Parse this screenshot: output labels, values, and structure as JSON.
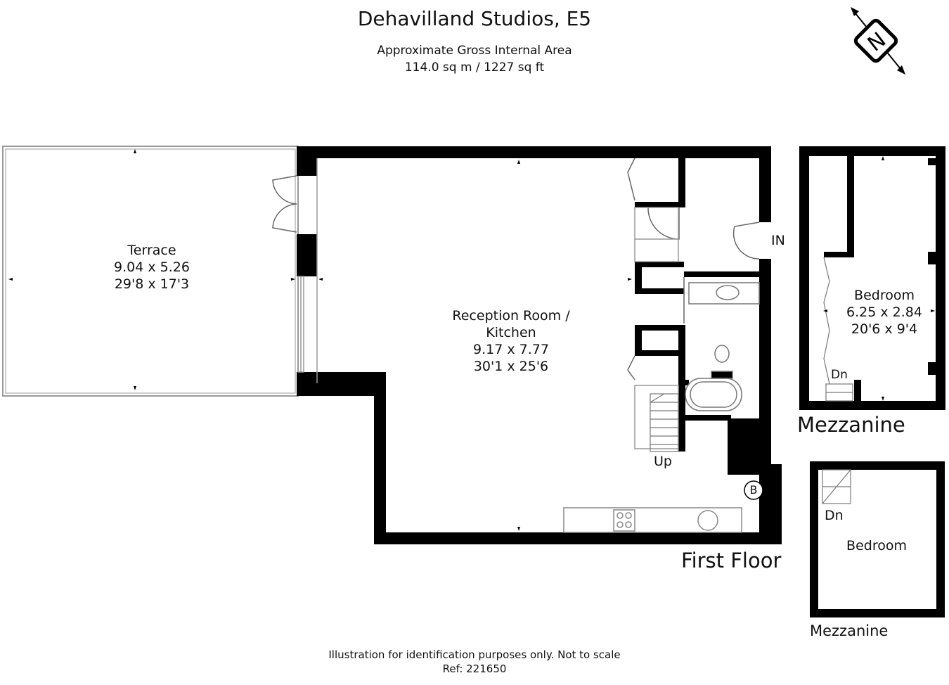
{
  "header": {
    "title": "Dehavilland Studios, E5",
    "area_label": "Approximate Gross Internal Area",
    "area_value": "114.0 sq m / 1227 sq ft"
  },
  "compass": {
    "icon": "north-compass-icon",
    "letter": "N"
  },
  "rooms": {
    "terrace": {
      "name": "Terrace",
      "metric": "9.04 x 5.26",
      "imperial": "29'8 x 17'3"
    },
    "reception": {
      "name_line1": "Reception Room /",
      "name_line2": "Kitchen",
      "metric": "9.17 x 7.77",
      "imperial": "30'1 x 25'6"
    },
    "bedroom_mezz1": {
      "name": "Bedroom",
      "metric": "6.25 x 2.84",
      "imperial": "20'6 x 9'4"
    },
    "bedroom_mezz2": {
      "name": "Bedroom"
    }
  },
  "labels": {
    "entry": "IN",
    "stairs_up": "Up",
    "stairs_down_1": "Dn",
    "stairs_down_2": "Dn",
    "boiler": "B",
    "floor_first": "First Floor",
    "floor_mezzanine_1": "Mezzanine",
    "floor_mezzanine_2": "Mezzanine"
  },
  "footer": {
    "disclaimer": "Illustration for identification purposes only. Not to scale",
    "reference": "Ref: 221650"
  },
  "colors": {
    "walls": "#000000",
    "fixtures": "#999999",
    "background": "#ffffff"
  }
}
